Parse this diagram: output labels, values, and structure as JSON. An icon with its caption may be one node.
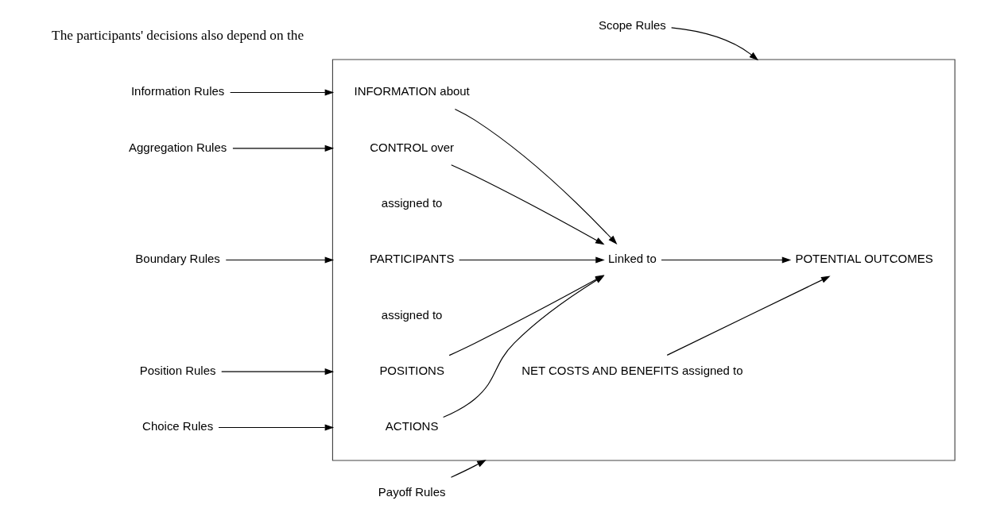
{
  "diagram": {
    "nodes": [
      {
        "text": [],
        "shape": "box"
      },
      {
        "text": [
          "Information Rules"
        ]
      },
      {
        "text": [
          "Aggregation Rules"
        ]
      },
      {
        "text": [
          "Boundary Rules"
        ]
      },
      {
        "text": [
          "Position Rules"
        ]
      },
      {
        "text": [
          "Choice Rules"
        ]
      },
      {
        "text": [
          "Scope Rules"
        ]
      },
      {
        "text": [
          "Payoff Rules"
        ]
      },
      {
        "text": [
          "PARTICIPANTS"
        ],
        "in": 0
      },
      {
        "text": [
          "assigned to"
        ],
        "in": 0
      },
      {
        "text": [
          "POSITIONS"
        ],
        "in": 0
      },
      {
        "text": [
          "assigned to"
        ],
        "in": 0
      },
      {
        "text": [
          "ACTIONS"
        ],
        "in": 0
      },
      {
        "text": [
          "INFORMATION about"
        ],
        "in": 0
      },
      {
        "text": [
          "CONTROL over"
        ],
        "in": 0
      },
      {
        "text": [
          "Linked to"
        ],
        "in": 0
      },
      {
        "text": [
          "POTENTIAL OUTCOMES"
        ],
        "in": 0
      },
      {
        "text": [
          "NET COSTS AND BENEFITS assigned to"
        ],
        "in": 0
      }
    ],
    "edges": [
      {
        "from": 1,
        "to": 0,
        "arrow": "to"
      },
      {
        "from": 2,
        "to": 0,
        "arrow": "to"
      },
      {
        "from": 3,
        "to": 0,
        "arrow": "to"
      },
      {
        "from": 4,
        "to": 0,
        "arrow": "to"
      },
      {
        "from": 5,
        "to": 0,
        "arrow": "to"
      },
      {
        "from": 6,
        "to": 0,
        "arrow": "to"
      },
      {
        "from": 7,
        "to": 0,
        "arrow": "to"
      },
      {
        "from": 8,
        "to": 15,
        "arrow": "to"
      },
      {
        "from": 10,
        "to": 15,
        "arrow": "to"
      },
      {
        "from": 12,
        "to": 15,
        "arrow": "to"
      },
      {
        "from": 13,
        "to": 15,
        "arrow": "to"
      },
      {
        "from": 14,
        "to": 15,
        "arrow": "to"
      },
      {
        "from": 15,
        "to": 16,
        "arrow": "to"
      },
      {
        "from": 17,
        "to": 16,
        "arrow": "to"
      }
    ],
    "labels": [
      "The participants' decisions also depend on the"
    ]
  }
}
